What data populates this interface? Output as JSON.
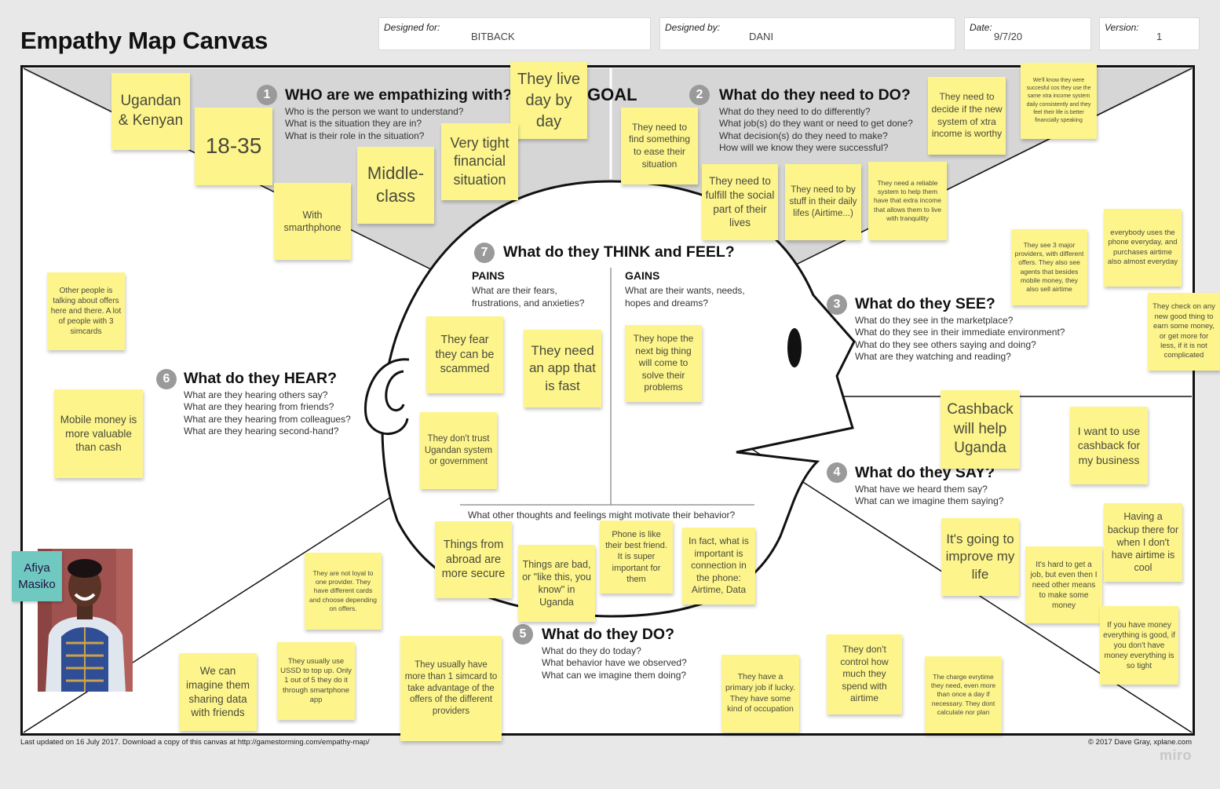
{
  "header": {
    "title": "Empathy Map Canvas",
    "designed_for_label": "Designed for:",
    "designed_for_value": "BITBACK",
    "designed_by_label": "Designed by:",
    "designed_by_value": "DANI",
    "date_label": "Date:",
    "date_value": "9/7/20",
    "version_label": "Version:",
    "version_value": "1"
  },
  "goal_label": "GOAL",
  "sections": {
    "who": {
      "num": "1",
      "heading": "WHO are we empathizing with?",
      "lines": [
        "Who is the person we want to understand?",
        "What is the situation they are in?",
        "What is their role in the situation?"
      ]
    },
    "do_need": {
      "num": "2",
      "heading": "What do they need to DO?",
      "lines": [
        "What do they need to do differently?",
        "What job(s) do they want or need to get done?",
        "What decision(s) do they need to make?",
        "How will we know they were successful?"
      ]
    },
    "see": {
      "num": "3",
      "heading": "What do they SEE?",
      "lines": [
        "What do they see in the marketplace?",
        "What do they see in their immediate environment?",
        "What do they see others saying and doing?",
        "What are they watching and reading?"
      ]
    },
    "say": {
      "num": "4",
      "heading": "What do they SAY?",
      "lines": [
        "What have we heard them say?",
        "What can we imagine them saying?"
      ]
    },
    "do": {
      "num": "5",
      "heading": "What do they DO?",
      "lines": [
        "What do they do today?",
        "What behavior have we observed?",
        "What can we imagine them doing?"
      ]
    },
    "hear": {
      "num": "6",
      "heading": "What do they HEAR?",
      "lines": [
        "What are they hearing others say?",
        "What are they hearing from friends?",
        "What are they hearing from colleagues?",
        "What are they hearing second-hand?"
      ]
    },
    "think": {
      "num": "7",
      "heading": "What do they THINK and FEEL?"
    }
  },
  "pains": {
    "title": "PAINS",
    "desc": "What are their fears, frustrations, and anxieties?"
  },
  "gains": {
    "title": "GAINS",
    "desc": "What are their wants, needs, hopes and dreams?"
  },
  "other_thoughts": "What other thoughts and feelings might motivate their behavior?",
  "notes": [
    "Ugandan & Kenyan",
    "18-35",
    "They live day by day",
    "Very tight financial situation",
    "Middle-class",
    "With smarthphone",
    "They need to find something to ease their situation",
    "They need to decide if the new system of xtra income is worthy",
    "We'll know they were succesful cos they use the same xtra income system daily consistently and they feel their life is better financially speaking",
    "They need to fulfill the social part of their lives",
    "They need to by stuff in their daily lifes (Airtime...)",
    "They need a reliable system to help them have that extra income that allows them to live with tranquility",
    "Other people is talking about offers here and there. A lot of people with 3 simcards",
    "Mobile money is more valuable than cash",
    "They see 3 major providers, with different offers. They also see agents that besides mobile money, they also sell airtime",
    "everybody uses the phone everyday, and purchases airtime also almost everyday",
    "They check on any new good thing to earn some money, or get more for less, if it is not complicated",
    "They fear they can be scammed",
    "They need an app that is fast",
    "They hope the next big thing will come to solve their problems",
    "They don't trust Ugandan system or government",
    "Cashback will help Uganda",
    "I want to use cashback for my business",
    "It's going to improve my life",
    "It's hard to get a job, but even then I need other means to make some money",
    "Having a backup there for when I don't have airtime is cool",
    "If you have money everything is good, if you don't have money everything is so tight",
    "Things from abroad are more secure",
    "Things are bad, or \"like this, you know\" in Uganda",
    "Phone is like their best friend. It is super important for them",
    "In fact, what is important is connection in the phone: Airtime, Data",
    "They are not loyal to one provider. They have different cards and choose depending on offers.",
    "We can imagine them sharing data with friends",
    "They usually use USSD to top up. Only 1 out of 5 they do it through smartphone app",
    "They usually have more than 1 simcard to take advantage of the offers of the different providers",
    "They have a primary job if lucky. They have some kind of occupation",
    "They don't control how much they spend with airtime",
    "The charge evrytime they need, even more than once a day if necessary. They dont calculate nor plan"
  ],
  "persona": {
    "name": "Afiya Masiko"
  },
  "footer": {
    "left": "Last updated on 16 July 2017. Download a copy of this canvas at http://gamestorming.com/empathy-map/",
    "right": "© 2017 Dave Gray, xplane.com",
    "brand": "miro"
  }
}
